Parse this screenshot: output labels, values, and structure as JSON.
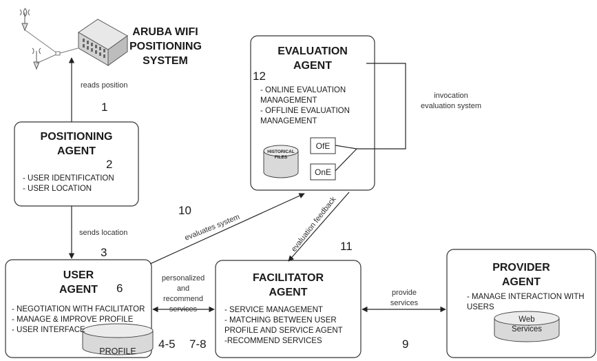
{
  "aruba": {
    "title_lines": [
      "ARUBA WIFI",
      "POSITIONING",
      "SYSTEM"
    ]
  },
  "positioning_agent": {
    "title_lines": [
      "POSITIONING",
      "AGENT"
    ],
    "items": [
      "- USER IDENTIFICATION",
      "- USER LOCATION"
    ]
  },
  "evaluation_agent": {
    "title_lines": [
      "EVALUATION",
      "AGENT"
    ],
    "items": [
      "- ONLINE EVALUATION",
      "MANAGEMENT",
      "- OFFLINE EVALUATION",
      "MANAGEMENT"
    ],
    "historical_files_lines": [
      "HISTORICAL",
      "FILES"
    ],
    "ofe_label": "OfE",
    "one_label": "OnE"
  },
  "user_agent": {
    "title_lines": [
      "USER",
      "AGENT"
    ],
    "items": [
      "- NEGOTIATION WITH FACILITATOR",
      "- MANAGE & IMPROVE PROFILE",
      "- USER INTERFACE"
    ],
    "profile_label": "PROFILE"
  },
  "facilitator_agent": {
    "title_lines": [
      "FACILITATOR",
      "AGENT"
    ],
    "items": [
      "- SERVICE MANAGEMENT",
      "- MATCHING BETWEEN USER",
      "PROFILE AND SERVICE AGENT",
      "-RECOMMEND SERVICES"
    ]
  },
  "provider_agent": {
    "title_lines": [
      "PROVIDER",
      "AGENT"
    ],
    "items": [
      "- MANAGE INTERACTION WITH",
      "USERS"
    ],
    "web_services_lines": [
      "Web",
      "Services"
    ]
  },
  "labels": {
    "reads_position": "reads position",
    "sends_location": "sends location",
    "evaluates_system": "evaluates system",
    "evaluation_feedback": "evaluation feedback",
    "invocation_lines": [
      "invocation",
      "evaluation system"
    ],
    "personalized_lines": [
      "personalized",
      "and",
      "recommend",
      "services"
    ],
    "provide_lines": [
      "provide",
      "services"
    ]
  },
  "numbers": {
    "n1": "1",
    "n2": "2",
    "n3": "3",
    "n45": "4-5",
    "n6": "6",
    "n78": "7-8",
    "n9": "9",
    "n10": "10",
    "n11": "11",
    "n12": "12"
  }
}
